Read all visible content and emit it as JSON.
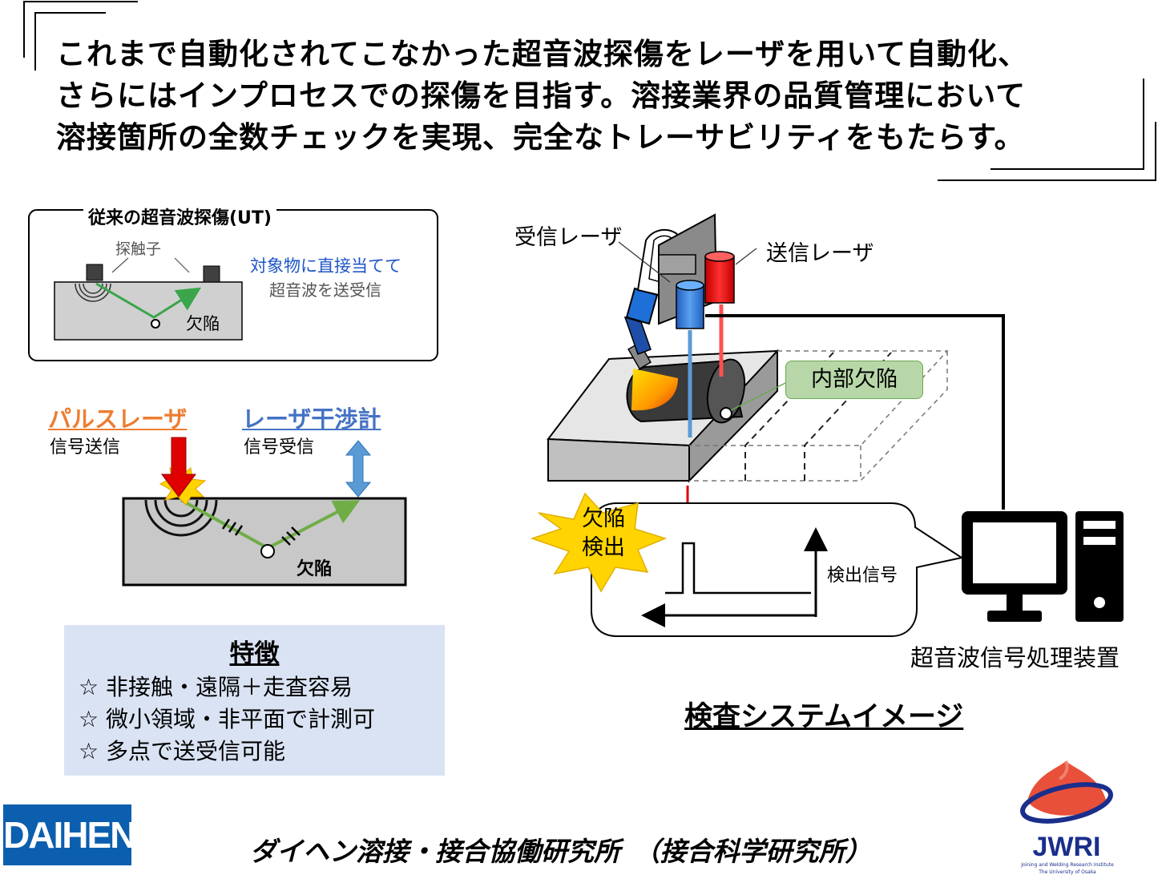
{
  "headline": [
    "これまで自動化されてこなかった超音波探傷をレーザを用いて自動化、",
    "さらにはインプロセスでの探傷を目指す。溶接業界の品質管理において",
    "溶接箇所の全数チェックを実現、完全なトレーサビリティをもたらす。"
  ],
  "conventional_ut": {
    "title": "従来の超音波探傷(UT)",
    "probe_label": "探触子",
    "note_blue": "対象物に直接当てて",
    "note_gray": "超音波を送受信",
    "defect_label": "欠陥"
  },
  "laser_ut": {
    "pulse_laser": "パルスレーザ",
    "pulse_role": "信号送信",
    "interferometer": "レーザ干渉計",
    "interferometer_role": "信号受信",
    "defect_label": "欠陥"
  },
  "features": {
    "title": "特徴",
    "items": [
      "☆ 非接触・遠隔＋走査容易",
      "☆ 微小領域・非平面で計測可",
      "☆ 多点で送受信可能"
    ]
  },
  "system": {
    "receive_laser": "受信レーザ",
    "send_laser": "送信レーザ",
    "internal_defect": "内部欠陥",
    "defect_detected": [
      "欠陥",
      "検出"
    ],
    "detection_signal": "検出信号",
    "processor": "超音波信号処理装置",
    "title": "検査システムイメージ"
  },
  "footer": {
    "institute": "ダイヘン溶接・接合協働研究所　（接合科学研究所）",
    "daihen_logo": "DAIHEN",
    "jwri_logo": "JWRI",
    "jwri_sub1": "Joining and Welding Research Institute",
    "jwri_sub2": "The University of Osaka"
  },
  "colors": {
    "pulse": "#ed7d31",
    "interferometer": "#4472c4",
    "feature_box": "#dae3f3",
    "internal_defect": "#b7d7a8",
    "daihen_blue": "#0b5fae",
    "jwri_blue": "#1a2e8c"
  }
}
